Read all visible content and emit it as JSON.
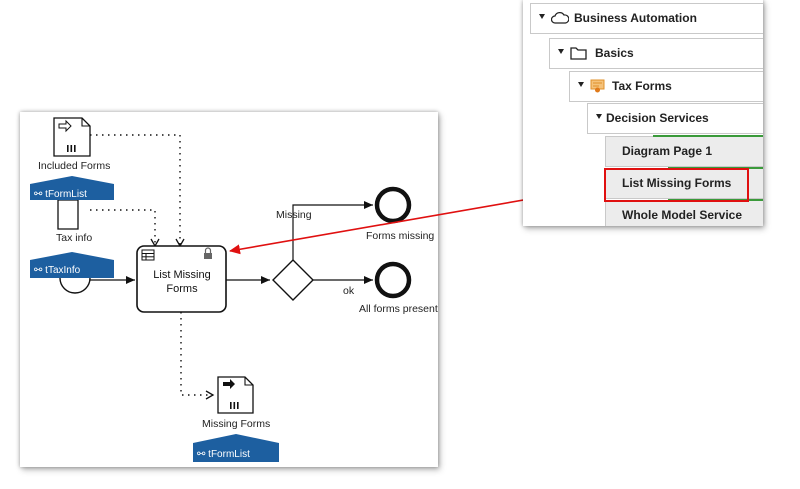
{
  "diagram": {
    "included_forms": {
      "label": "Included Forms",
      "type_tag": "tFormList"
    },
    "tax_info": {
      "label": "Tax info",
      "type_tag": "tTaxInfo"
    },
    "task": {
      "label_line1": "List Missing",
      "label_line2": "Forms"
    },
    "missing_forms": {
      "label": "Missing Forms",
      "type_tag": "tFormList"
    },
    "flows": {
      "missing": "Missing",
      "ok": "ok"
    },
    "events": {
      "forms_missing": "Forms missing",
      "all_present": "All forms present"
    },
    "colors": {
      "tag": "#1d5fa0",
      "arrow": "#e01010"
    }
  },
  "tree": {
    "items": [
      {
        "label": "Business Automation",
        "icon": "cloud-icon"
      },
      {
        "label": "Basics",
        "icon": "folder-icon"
      },
      {
        "label": "Tax Forms",
        "icon": "certificate-icon"
      },
      {
        "label": "Decision Services"
      },
      {
        "label": "Diagram Page 1"
      },
      {
        "label": "List Missing Forms"
      },
      {
        "label": "Whole Model Service"
      }
    ]
  }
}
